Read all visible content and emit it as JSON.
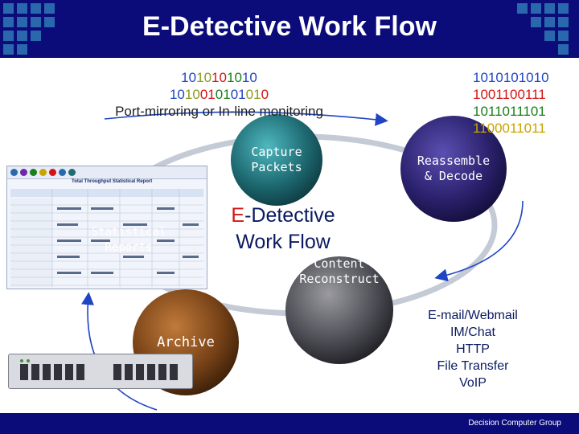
{
  "header": {
    "title": "E-Detective Work Flow"
  },
  "capture_area": {
    "binary_left": [
      {
        "text": "1010101010",
        "colored": true
      },
      {
        "text": "1010010101010",
        "colored": true
      }
    ],
    "caption": "Port-mirroring or In-line monitoring",
    "binary_right": [
      "1010101010",
      "1001100111",
      "1011011101",
      "1100011011"
    ]
  },
  "nodes": {
    "capture": "Capture\nPackets",
    "reassemble": "Reassemble\n& Decode",
    "content": "Content\nReconstruct",
    "archive": "Archive",
    "statistical": "Statistical\nReports"
  },
  "center": {
    "e_letter": "E",
    "rest_line1": "-Detective",
    "line2": "Work Flow"
  },
  "protocols": [
    "E-mail/Webmail",
    "IM/Chat",
    "HTTP",
    "File Transfer",
    "VoIP"
  ],
  "report_thumbnail": {
    "title": "Total Throughput Statistical Report"
  },
  "footer": {
    "company": "Decision Computer Group"
  },
  "colors": {
    "header_bg": "#0b0b7a",
    "tile": "#2a68ad",
    "digit_palette": [
      "#1f44c4",
      "#8a9a1a",
      "#d41414",
      "#1a7f1a"
    ],
    "right_binary": [
      "#1f44c4",
      "#d41414",
      "#1a7f1a",
      "#c9a400"
    ],
    "center_title": "#0b1a60",
    "center_e": "#d41414"
  }
}
